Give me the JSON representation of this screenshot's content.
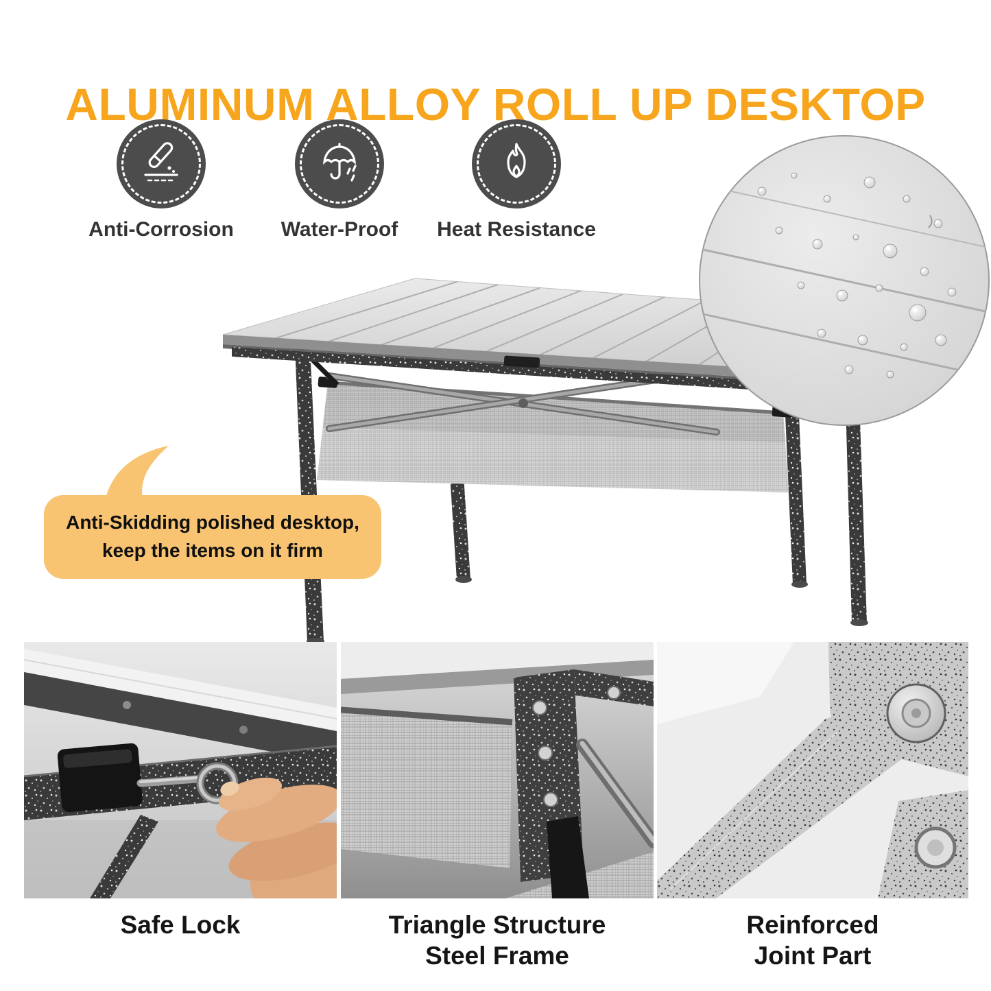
{
  "title": "ALUMINUM ALLOY ROLL UP DESKTOP",
  "features": [
    {
      "label": "Anti-Corrosion",
      "icon": "test-tube-drip-icon"
    },
    {
      "label": "Water-Proof",
      "icon": "umbrella-rain-icon"
    },
    {
      "label": "Heat Resistance",
      "icon": "flame-icon"
    }
  ],
  "callout": {
    "text": "Anti-Skidding polished desktop,\nkeep the items on it firm"
  },
  "details": [
    {
      "label": "Safe Lock"
    },
    {
      "label": "Triangle Structure\nSteel Frame"
    },
    {
      "label": "Reinforced\nJoint Part"
    }
  ],
  "colors": {
    "title": "#F8A51E",
    "callout_bg": "#F9C472",
    "icon_circle": "#4C4C4C"
  }
}
